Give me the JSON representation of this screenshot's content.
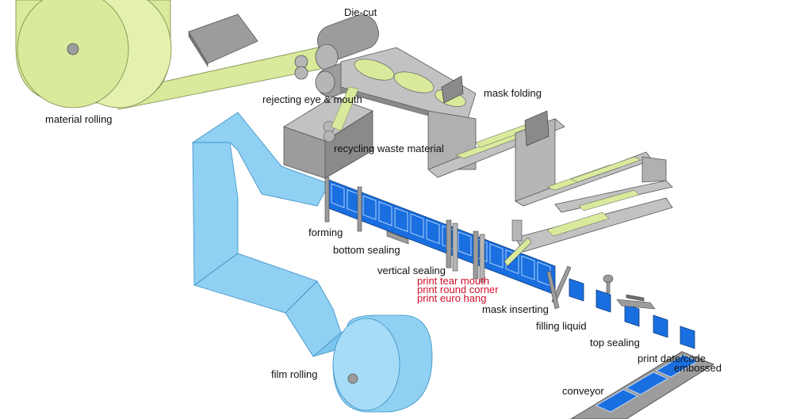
{
  "colors": {
    "green": "#d9ea9c",
    "green_dark": "#b9cf6e",
    "grey": "#9c9c9c",
    "grey_light": "#c2c2c2",
    "grey_dark": "#6f6f6f",
    "film_blue": "#8fd0f3",
    "film_blue_dark": "#5fb6e6",
    "pouch_blue": "#1a6fe0",
    "accent_red": "#d0102a",
    "text": "#111111"
  },
  "labels": {
    "die_cut": "Die-cut",
    "material_rolling": "material rolling",
    "rejecting_eye_mouth": "rejecting eye & mouth",
    "mask_folding": "mask folding",
    "recycling_waste_material": "recycling waste material",
    "forming": "forming",
    "bottom_sealing": "bottom sealing",
    "vertical_sealing": "vertical sealing",
    "print_tear_mouth": "print tear mouth",
    "print_round_corner": "print round corner",
    "print_euro_hang": "print euro hang",
    "mask_inserting": "mask inserting",
    "filling_liquid": "filling liquid",
    "top_sealing": "top sealing",
    "print_date_code": "print date/code",
    "embossed": "embossed",
    "conveyor": "conveyor",
    "film_rolling": "film rolling"
  }
}
